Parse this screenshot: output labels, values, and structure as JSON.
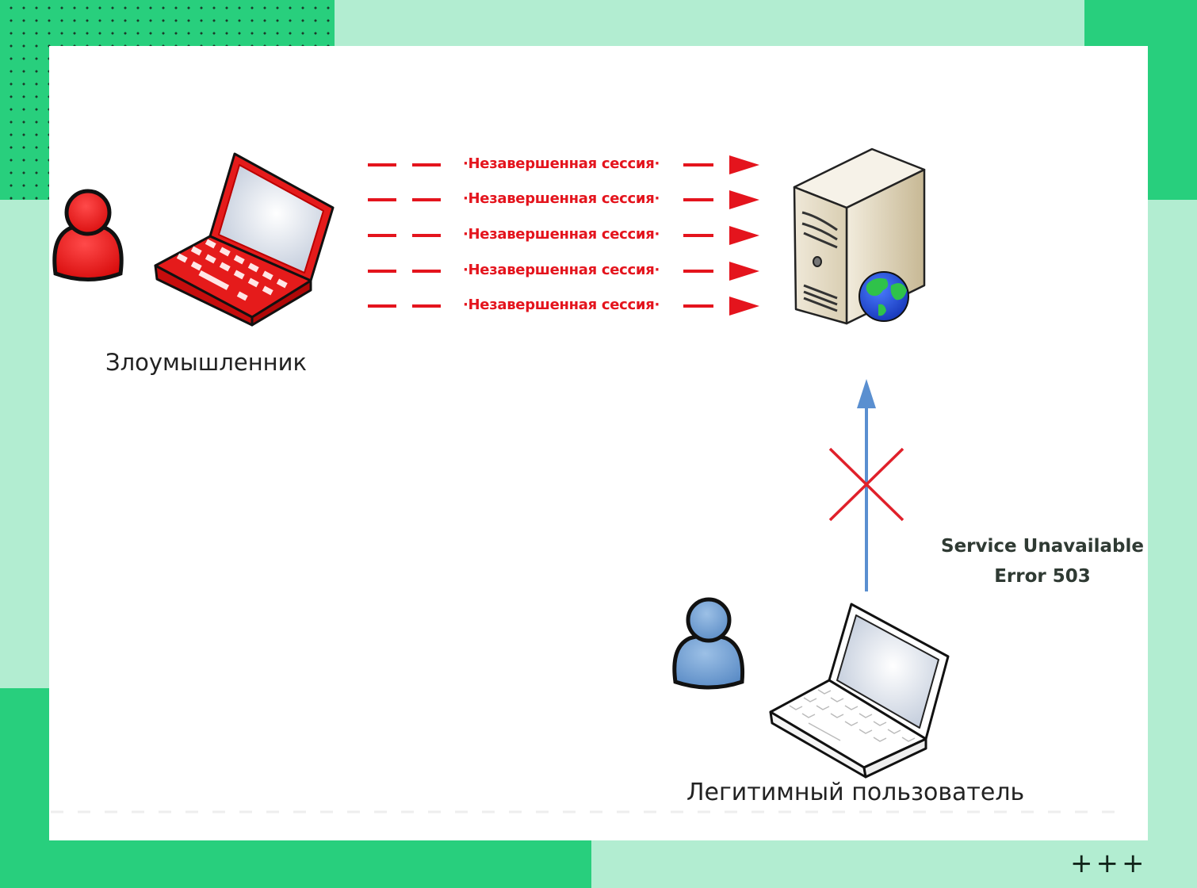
{
  "title": "SYN-flood / Slowloris DoS attack diagram",
  "colors": {
    "frame_dark_green": "#28cf7d",
    "frame_light_green": "#b2edd1",
    "attack_red": "#e4141d",
    "legit_blue": "#5a8fd0",
    "text_dark": "#222222"
  },
  "attacker": {
    "label": "Злоумышленник",
    "icon": "user-icon",
    "device": "laptop-icon"
  },
  "sessions": [
    {
      "label": "Незавершенная сессия"
    },
    {
      "label": "Незавершенная сессия"
    },
    {
      "label": "Незавершенная сессия"
    },
    {
      "label": "Незавершенная сессия"
    },
    {
      "label": "Незавершенная сессия"
    }
  ],
  "server": {
    "icon": "web-server-icon",
    "badge": "globe-icon"
  },
  "legit_user": {
    "label": "Легитимный пользователь",
    "icon": "user-icon",
    "device": "laptop-icon"
  },
  "blocked_connection": {
    "icon": "blocked-x-icon",
    "status_line1": "Service Unavailable",
    "status_line2": "Error 503"
  },
  "decoration": {
    "plus_marks": "+++"
  }
}
